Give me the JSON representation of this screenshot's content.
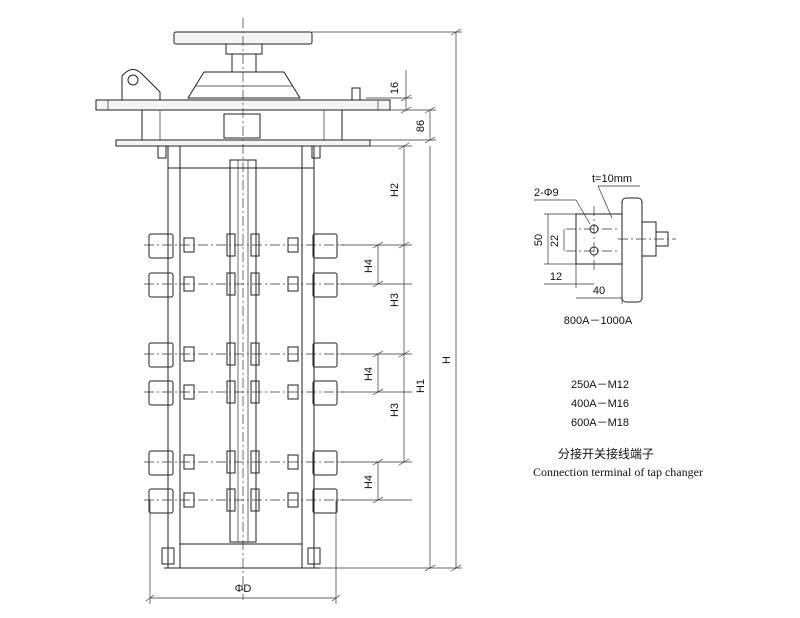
{
  "dimensions": {
    "top_offset": "16",
    "flange_height": "86",
    "h2": "H2",
    "h3": "H3",
    "h4": "H4",
    "h1": "H1",
    "h": "H",
    "diameter": "ΦD"
  },
  "detail": {
    "holes": "2-Φ9",
    "thickness": "t=10mm",
    "width_50": "50",
    "spacing_22": "22",
    "edge_12": "12",
    "length_40": "40",
    "rating": "800A－1000A"
  },
  "specs": [
    "250A－M12",
    "400A－M16",
    "600A－M18"
  ],
  "caption": {
    "cn": "分接开关接线端子",
    "en": "Connection terminal of tap changer"
  }
}
